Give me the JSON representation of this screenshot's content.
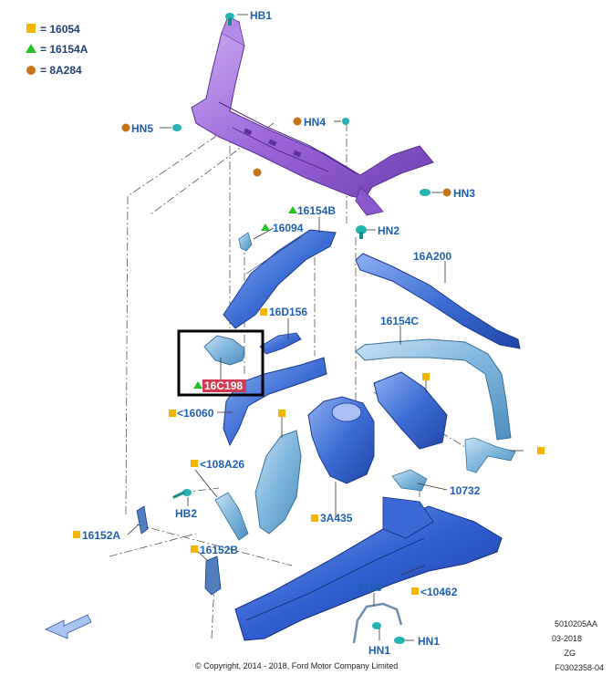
{
  "legend": [
    {
      "symbol": "square",
      "color": "#f5b400",
      "label": "= 16054"
    },
    {
      "symbol": "triangle",
      "color": "#22c322",
      "label": "= 16154A"
    },
    {
      "symbol": "circle",
      "color": "#c8731e",
      "label": "= 8A284"
    }
  ],
  "labels": {
    "hb1": "HB1",
    "hn5": "HN5",
    "hn4": "HN4",
    "hn3": "HN3",
    "p16154b": "16154B",
    "p16094": "16094",
    "hn2": "HN2",
    "p16a200": "16A200",
    "p16d156": "16D156",
    "p16154c": "16154C",
    "p16c198": "16C198",
    "p16060": "<16060",
    "p108a26": "<108A26",
    "p10732": "10732",
    "hb2": "HB2",
    "p3a435": "3A435",
    "p16152a": "16152A",
    "p16152b": "16152B",
    "p10462": "<10462",
    "p8186": "8186",
    "hn1a": "HN1",
    "hn1b": "HN1"
  },
  "info": {
    "line1": "5010205AA",
    "line2": "03-2018",
    "line3": "ZG",
    "line4": "F0302358-04"
  },
  "copyright": "© Copyright, 2014 - 2018, Ford Motor Company Limited",
  "colors": {
    "label": "#1f5fb3",
    "upper_frame": "#9a64d8",
    "apron": "#3e6fd6",
    "light_part": "#7fb6dc",
    "frame_rail": "#2f5fd0",
    "square_marker": "#f5b400",
    "triangle_marker": "#22c322",
    "circle_marker": "#c8731e",
    "fastener": "#25b4b4",
    "highlight_box": "#000000"
  }
}
